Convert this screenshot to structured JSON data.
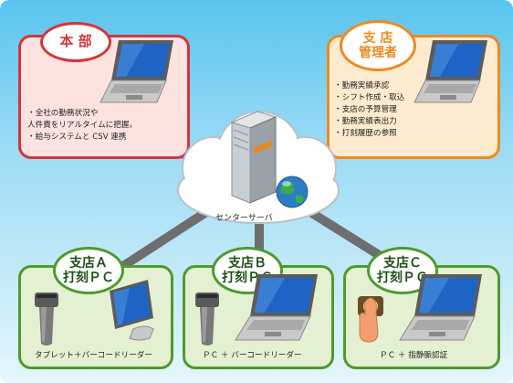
{
  "headquarters": {
    "label": "本 部",
    "bullets": [
      "全社の勤務状況や\n人件費をリアルタイムに把握。",
      "給与システムと CSV 連携"
    ]
  },
  "branch_manager": {
    "label": "支 店\n管理者",
    "bullets": [
      "勤務実績承認",
      "シフト作成・取込",
      "支店の予算管理",
      "勤務実績表出力",
      "打刻履歴の参照"
    ]
  },
  "center_server": {
    "label": "センターサーバ"
  },
  "branches": [
    {
      "label": "支店Ａ\n打刻ＰＣ",
      "caption": "タブレット＋バーコードリーダー"
    },
    {
      "label": "支店Ｂ\n打刻ＰＣ",
      "caption": "ＰＣ ＋ バーコードリーダー"
    },
    {
      "label": "支店Ｃ\n打刻ＰＣ",
      "caption": "ＰＣ ＋ 指静脈認証"
    }
  ],
  "colors": {
    "background": "#5ac4ee",
    "headquarters_border": "#d5343c",
    "manager_border": "#ee8a21",
    "branch_border": "#4e9a2f",
    "connector": "#6e6e6e"
  },
  "icons": [
    "laptop-icon",
    "server-icon",
    "globe-icon",
    "cloud-icon",
    "barcode-reader-icon",
    "tablet-icon",
    "fingerprint-scanner-icon"
  ]
}
